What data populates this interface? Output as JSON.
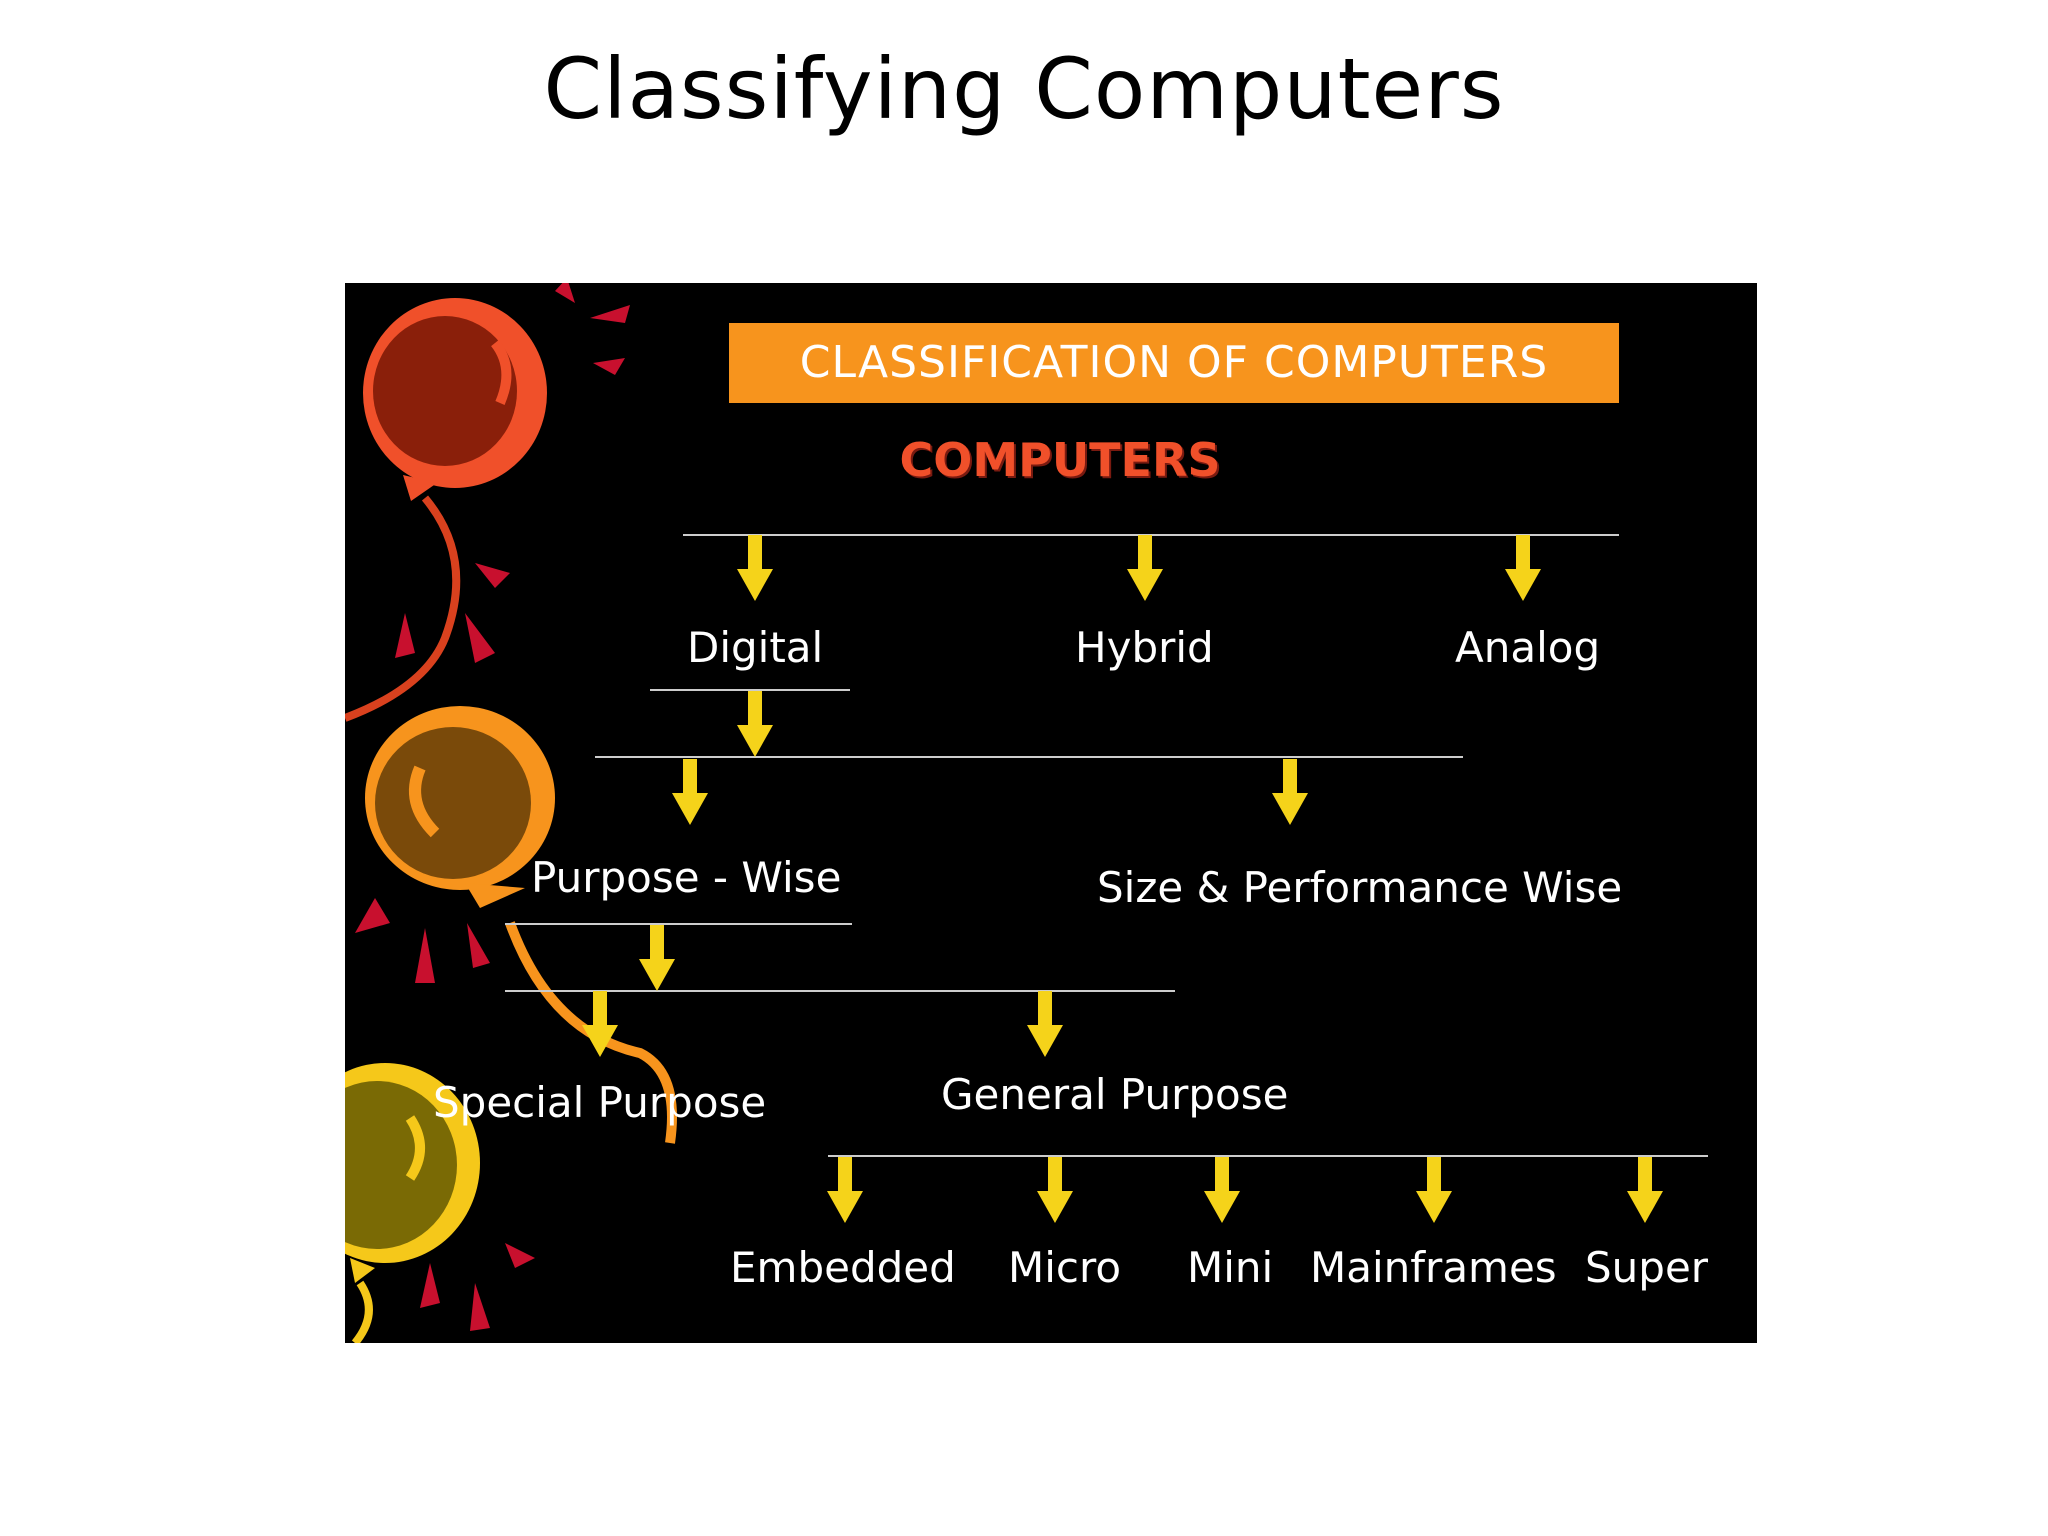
{
  "slide": {
    "title": "Classifying Computers"
  },
  "diagram": {
    "banner": "CLASSIFICATION OF COMPUTERS",
    "root": "COMPUTERS",
    "types": [
      "Digital",
      "Hybrid",
      "Analog"
    ],
    "digital_branches": {
      "purpose": "Purpose - Wise",
      "size": "Size & Performance Wise"
    },
    "purpose_branches": {
      "special": "Special Purpose",
      "general": "General Purpose"
    },
    "general_categories": [
      "Embedded",
      "Micro",
      "Mini",
      "Mainframes",
      "Super"
    ]
  },
  "colors": {
    "banner": "#f7941d",
    "root_text": "#f0502a",
    "arrow": "#f5d31a",
    "balloon_red": "#d9411e",
    "balloon_orange": "#f7941d",
    "balloon_yellow": "#f5c81a"
  }
}
